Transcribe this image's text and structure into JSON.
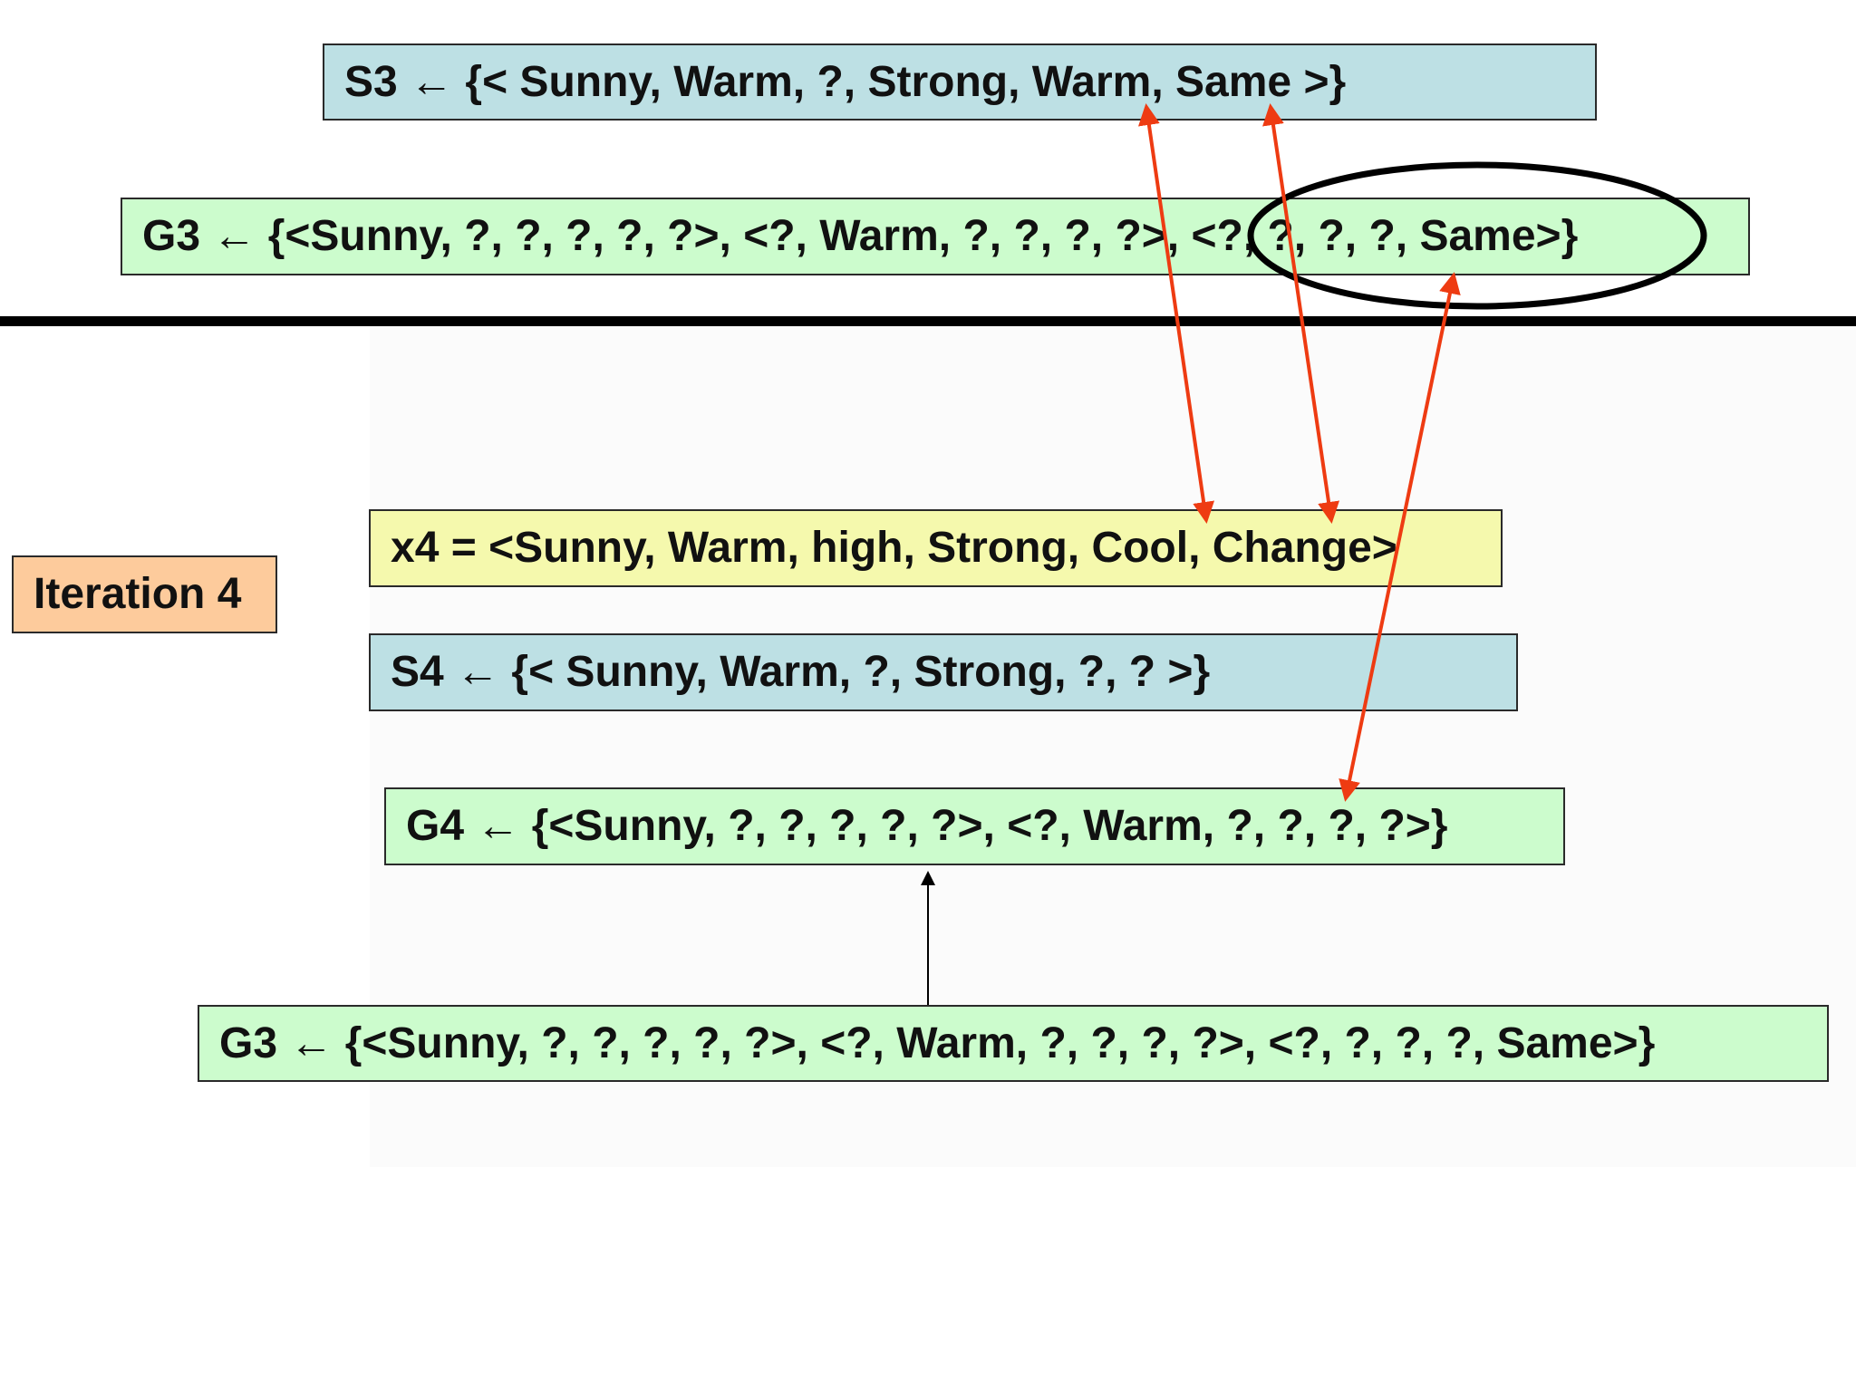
{
  "slide": {
    "s3_text": "S3 ← {< Sunny, Warm, ?, Strong, Warm, Same >}",
    "g3_top_text": "G3 ← {<Sunny, ?, ?, ?, ?, ?>, <?, Warm, ?, ?, ?, ?>, <?, ?, ?, ?, Same>}",
    "x4_text": "x4 = <Sunny, Warm, high, Strong, Cool, Change>",
    "iteration_label": "Iteration 4",
    "s4_text": "S4 ← {< Sunny, Warm, ?, Strong, ?, ? >}",
    "g4_text": "G4 ← {<Sunny, ?, ?, ?, ?, ?>, <?, Warm, ?, ?, ?, ?>}",
    "g3_bottom_text": "G3 ← {<Sunny, ?, ?, ?, ?, ?>, <?, Warm, ?, ?, ?, ?>, <?, ?, ?, ?, Same>}"
  },
  "colors": {
    "s_box": "#bde0e4",
    "g_box": "#ccfccd",
    "x_box": "#f5f9ad",
    "iteration_box": "#fdcb9c",
    "mismatch_arrow": "#ee3b12",
    "circle": "#000000"
  }
}
